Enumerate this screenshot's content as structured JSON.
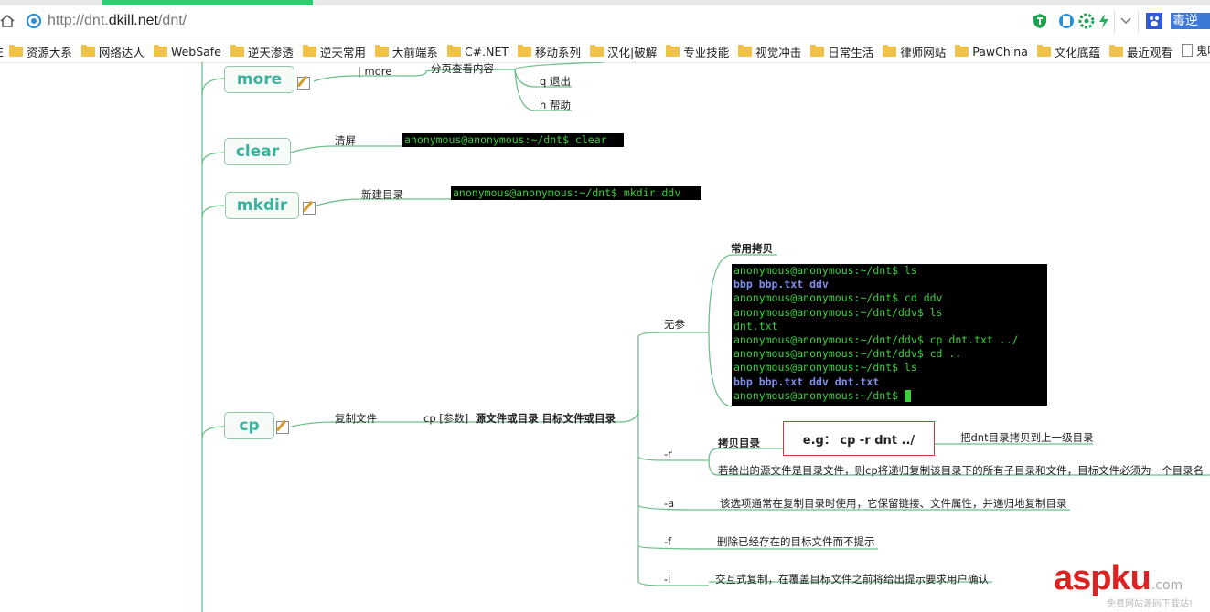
{
  "browser": {
    "url_prefix": "http://dnt.",
    "url_domain": "dkill.net",
    "url_suffix": "/dnt/",
    "right_search_text": "毒逆天",
    "bookmarks": [
      {
        "label": "资源大系",
        "type": "folder"
      },
      {
        "label": "网络达人",
        "type": "folder"
      },
      {
        "label": "WebSafe",
        "type": "folder"
      },
      {
        "label": "逆天渗透",
        "type": "folder"
      },
      {
        "label": "逆天常用",
        "type": "folder"
      },
      {
        "label": "大前端系",
        "type": "folder"
      },
      {
        "label": "C#.NET",
        "type": "folder"
      },
      {
        "label": "移动系列",
        "type": "folder"
      },
      {
        "label": "汉化|破解",
        "type": "folder"
      },
      {
        "label": "专业技能",
        "type": "folder"
      },
      {
        "label": "视觉冲击",
        "type": "folder"
      },
      {
        "label": "日常生活",
        "type": "folder"
      },
      {
        "label": "律师网站",
        "type": "folder"
      },
      {
        "label": "PawChina",
        "type": "folder"
      },
      {
        "label": "文化底蕴",
        "type": "folder"
      },
      {
        "label": "最近观看",
        "type": "folder"
      },
      {
        "label": "鬼吹灯之精绝",
        "type": "page"
      }
    ],
    "bookmark_leading_char": "E"
  },
  "mindmap": {
    "more": {
      "node": "more",
      "cmd": "| more",
      "desc": "分页查看内容",
      "q": "q 退出",
      "h": "h 帮助"
    },
    "clear": {
      "node": "clear",
      "desc": "清屏",
      "terminal": "anonymous@anonymous:~/dnt$ clear"
    },
    "mkdir": {
      "node": "mkdir",
      "desc": "新建目录",
      "terminal": "anonymous@anonymous:~/dnt$ mkdir ddv"
    },
    "cp": {
      "node": "cp",
      "desc": "复制文件",
      "syntax_prefix": "cp  [参数]",
      "syntax_rest": "源文件或目录  目标文件或目录",
      "noparam": {
        "label": "无参",
        "title": "常用拷贝",
        "terminal": [
          {
            "text": "anonymous@anonymous:~/dnt$ ls",
            "style": "green"
          },
          {
            "text": "bbp  bbp.txt  ddv",
            "style": "mixed"
          },
          {
            "text": "anonymous@anonymous:~/dnt$ cd ddv",
            "style": "green"
          },
          {
            "text": "anonymous@anonymous:~/dnt/ddv$ ls",
            "style": "green"
          },
          {
            "text": "dnt.txt",
            "style": "green"
          },
          {
            "text": "anonymous@anonymous:~/dnt/ddv$ cp dnt.txt ../",
            "style": "green"
          },
          {
            "text": "anonymous@anonymous:~/dnt/ddv$ cd ..",
            "style": "green"
          },
          {
            "text": "anonymous@anonymous:~/dnt$ ls",
            "style": "green"
          },
          {
            "text": "bbp  bbp.txt  ddv  dnt.txt",
            "style": "mixed"
          },
          {
            "text": "anonymous@anonymous:~/dnt$ ",
            "style": "cursor"
          }
        ]
      },
      "r": {
        "label": "-r",
        "title": "拷贝目录",
        "example": "e.g： cp -r dnt ../",
        "example_desc": "把dnt目录拷贝到上一级目录",
        "desc": "若给出的源文件是目录文件，则cp将递归复制该目录下的所有子目录和文件，目标文件必须为一个目录名"
      },
      "a": {
        "label": "-a",
        "desc": "该选项通常在复制目录时使用，它保留链接、文件属性，并递归地复制目录"
      },
      "f": {
        "label": "-f",
        "desc": "删除已经存在的目标文件而不提示"
      },
      "i": {
        "label": "-i",
        "desc": "交互式复制，在覆盖目标文件之前将给出提示要求用户确认"
      }
    }
  },
  "watermark": {
    "asp": "asp",
    "ku": "ku",
    "com": ".com",
    "sub": "免费网站源码下载站!"
  },
  "colors": {
    "node_text": "#3bb3a0",
    "branch_line": "#6cbf8a",
    "terminal_bg": "#000000",
    "terminal_green": "#3cd13c",
    "terminal_blue": "#7f8fe8",
    "example_border": "#d63a3a",
    "progress": "#2ecc71"
  }
}
